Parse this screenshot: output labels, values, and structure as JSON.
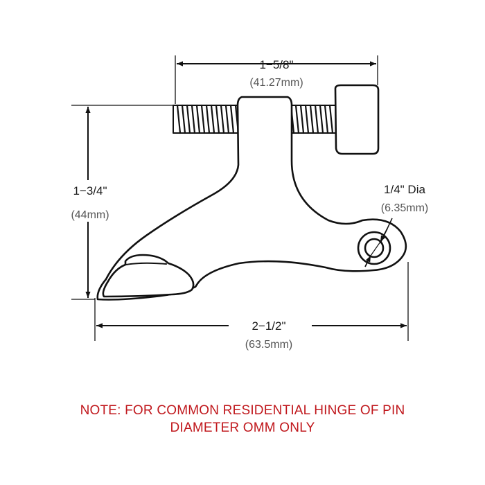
{
  "dimensions": {
    "top_width": {
      "label": "1−5/8\"",
      "metric": "(41.27mm)"
    },
    "height": {
      "label": "1−3/4\"",
      "metric": "(44mm)"
    },
    "pin_diameter": {
      "label": "1/4\" Dia",
      "metric": "(6.35mm)"
    },
    "base_width": {
      "label": "2−1/2\"",
      "metric": "(63.5mm)"
    }
  },
  "note": {
    "line1": "NOTE: FOR COMMON RESIDENTIAL HINGE OF PIN",
    "line2": "DIAMETER OMM ONLY"
  }
}
